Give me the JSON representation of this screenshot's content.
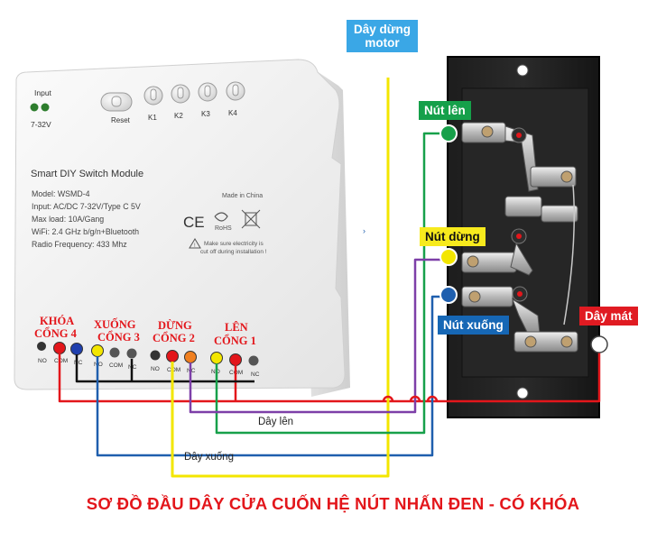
{
  "title": "SƠ ĐỒ ĐẦU DÂY CỬA CUỐN HỆ NÚT NHẤN ĐEN - CÓ KHÓA",
  "module": {
    "input_label": "Input",
    "input_voltage": "7-32V",
    "buttons": [
      "Reset",
      "K1",
      "K2",
      "K3",
      "K4"
    ],
    "name": "Smart DIY Switch Module",
    "specs": [
      "Model: WSMD-4",
      "Input: AC/DC 7-32V/Type C 5V",
      "Max load: 10A/Gang",
      "WiFi: 2.4 GHz b/g/n+Bluetooth",
      "Radio Frequency: 433 Mhz"
    ],
    "made_in": "Made in China",
    "ce_mark": "CE",
    "rohs_mark": "RoHS",
    "warning": [
      "Make sure electricity is",
      "cut off during installation !"
    ],
    "channels": [
      {
        "label1": "KHÓA",
        "label2": "CỔNG 4",
        "no": "NO",
        "com": "COM",
        "nc": "NC"
      },
      {
        "label1": "XUỐNG",
        "label2": "CỔNG 3",
        "no": "NO",
        "com": "COM",
        "nc": "NC"
      },
      {
        "label1": "DỪNG",
        "label2": "CỔNG 2",
        "no": "NO",
        "com": "COM",
        "nc": "NC"
      },
      {
        "label1": "LÊN",
        "label2": "CỔNG 1",
        "no": "NO",
        "com": "COM",
        "nc": "NC"
      }
    ]
  },
  "switch_labels": {
    "up_button": "Nút lên",
    "stop_button": "Nút dừng",
    "down_button": "Nút xuống",
    "ground_wire": "Dây mát",
    "stop_wire": "Dây dừng\nmotor",
    "up_wire": "Dây lên",
    "down_wire": "Dây xuống"
  },
  "colors": {
    "red": "#e3161b",
    "yellow": "#f3e600",
    "blue": "#1f5fae",
    "green": "#17a04a",
    "purple": "#7d3fa8",
    "caption": "#e3161b",
    "tag_green": "#15a04a",
    "tag_yellow": "#f7ea1d",
    "tag_blue": "#1667b5",
    "tag_red": "#e01b22",
    "tag_sky": "#3aa7e6"
  }
}
